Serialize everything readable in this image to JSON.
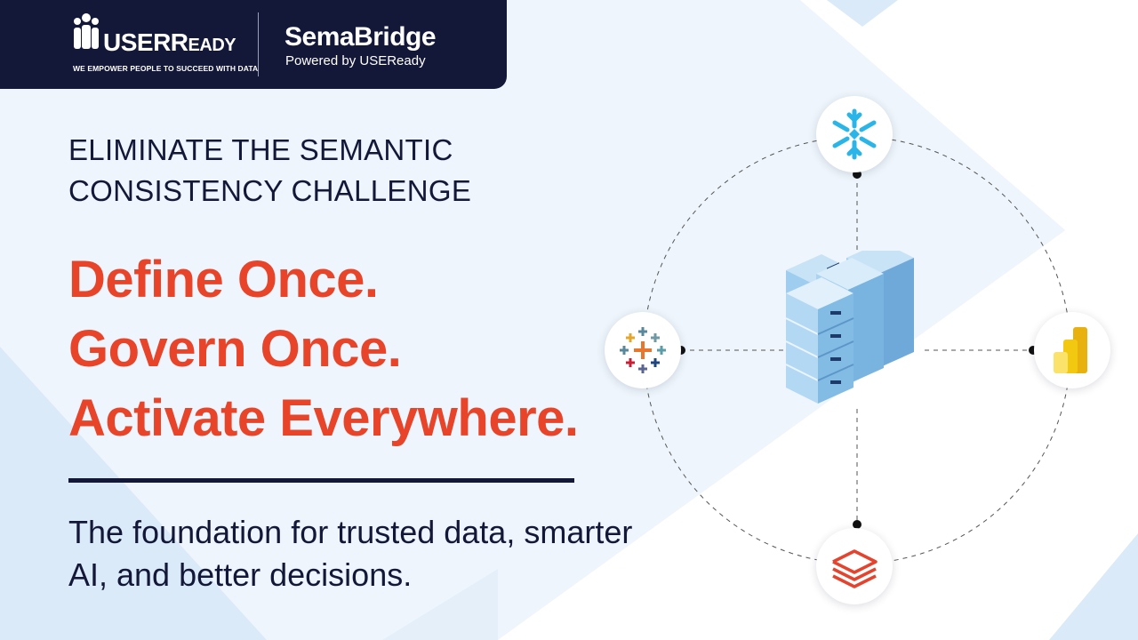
{
  "header": {
    "brand_name": "USER",
    "brand_name_suffix": "EADY",
    "brand_name_suffix_initial": "R",
    "tagline": "WE EMPOWER PEOPLE TO SUCCEED WITH DATA",
    "product_name": "SemaBridge",
    "product_sub": "Powered by USEReady"
  },
  "main": {
    "eyebrow": "ELIMINATE THE SEMANTIC CONSISTENCY CHALLENGE",
    "headline": [
      "Define Once.",
      "Govern Once.",
      "Activate Everywhere."
    ],
    "body": "The foundation for trusted data, smarter AI, and better decisions."
  },
  "diagram": {
    "nodes": [
      {
        "icon": "snowflake-icon",
        "position": "top"
      },
      {
        "icon": "tableau-icon",
        "position": "left"
      },
      {
        "icon": "powerbi-icon",
        "position": "right"
      },
      {
        "icon": "databricks-icon",
        "position": "bottom"
      }
    ],
    "center_icon": "server-stack-icon"
  },
  "colors": {
    "navy": "#141838",
    "accent": "#e8442a",
    "server_blue": "#8cc3ec",
    "snowflake": "#29b5e8"
  }
}
